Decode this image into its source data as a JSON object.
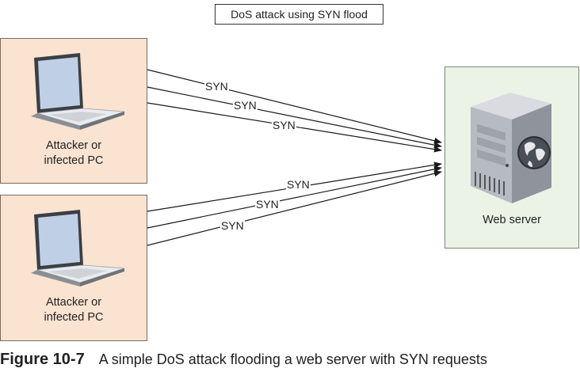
{
  "title": "DoS attack using SYN flood",
  "attackers": [
    {
      "line1": "Attacker or",
      "line2": "infected PC"
    },
    {
      "line1": "Attacker or",
      "line2": "infected PC"
    }
  ],
  "server": {
    "label": "Web server"
  },
  "syn_labels": [
    "SYN",
    "SYN",
    "SYN",
    "SYN",
    "SYN",
    "SYN"
  ],
  "caption": {
    "figure": "Figure 10-7",
    "text": "A simple DoS attack flooding a web server with SYN requests"
  },
  "colors": {
    "attacker_fill": "#fbe3d1",
    "server_fill": "#eaf3e6",
    "arrow": "#1a1a1a"
  },
  "icons": [
    "laptop-icon",
    "server-icon",
    "globe-icon"
  ]
}
